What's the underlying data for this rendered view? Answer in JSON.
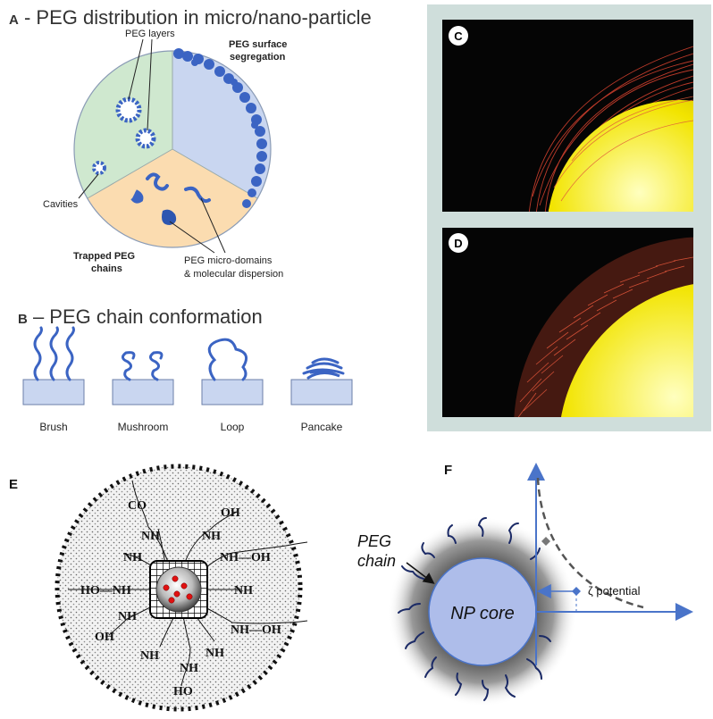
{
  "panel_a": {
    "letter": "A",
    "title": " - PEG distribution in micro/nano-particle",
    "labels": {
      "peg_layers": "PEG layers",
      "surface_seg_line1": "PEG surface",
      "surface_seg_line2": "segregation",
      "cavities": "Cavities",
      "trapped_line1": "Trapped PEG",
      "trapped_line2": "chains",
      "domains_line1": "PEG micro-domains",
      "domains_line2": "& molecular dispersion"
    },
    "colors": {
      "green": "#cfe8cf",
      "blue": "#c9d6f0",
      "orange": "#fbdcb0",
      "peg": "#3b64c3"
    }
  },
  "panel_b": {
    "letter": "B",
    "title": " – PEG chain conformation",
    "items": [
      "Brush",
      "Mushroom",
      "Loop",
      "Pancake"
    ]
  },
  "panel_c": {
    "letter": "C"
  },
  "panel_d": {
    "letter": "D"
  },
  "panel_e": {
    "letter": "E",
    "groups": {
      "co": "CO",
      "oh_top": "OH",
      "nh_1": "NH",
      "nh_2": "NH",
      "nh_3": "NH",
      "nh_oh_right": "NH—OH",
      "ho_nh_left": "HO—NH",
      "nh_right_mid": "NH",
      "nh_left_low": "NH",
      "nh_oh_low_right": "NH—OH",
      "oh_left_low": "OH",
      "nh_bottom_1": "NH",
      "nh_bottom_2": "NH",
      "nh_bottom_3": "NH",
      "ho_bottom": "HO"
    }
  },
  "panel_f": {
    "letter": "F",
    "peg_label_line1": "PEG",
    "peg_label_line2": "chain",
    "core_label": "NP core",
    "zeta_label": "ζ potential"
  }
}
